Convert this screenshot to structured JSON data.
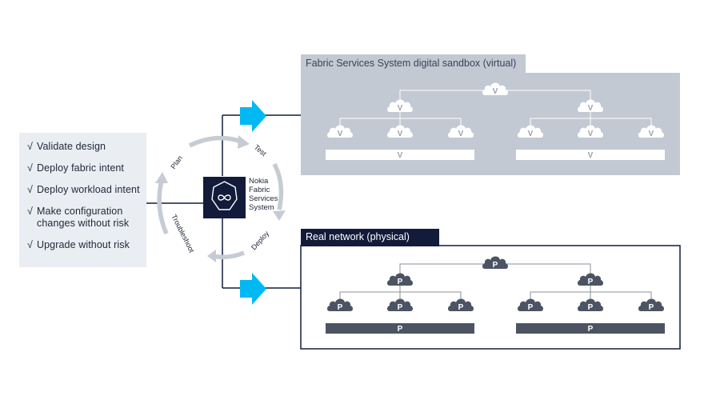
{
  "checklist": {
    "mark": "√",
    "items": [
      "Validate design",
      "Deploy fabric intent",
      "Deploy workload intent",
      "Make configuration\nchanges without risk",
      "Upgrade without risk"
    ]
  },
  "cycle": {
    "plan": "Plan",
    "test": "Test",
    "deploy": "Deploy",
    "troubleshoot": "Troubleshoot"
  },
  "center": {
    "icon": "infinity-loop-icon",
    "lines": [
      "Nokia",
      "Fabric",
      "Services",
      "System"
    ]
  },
  "virtual": {
    "title": "Fabric Services System digital sandbox (virtual)",
    "node_letter": "V",
    "colors": {
      "panel": "#c2c9d3",
      "cloud": "#ffffff",
      "link": "#ffffff",
      "letter": "#9aa3b0"
    }
  },
  "physical": {
    "title": "Real network (physical)",
    "node_letter": "P",
    "colors": {
      "panel": "#ffffff",
      "cloud": "#4c5463",
      "link": "#8a8f98",
      "letter": "#ffffff",
      "border": "#121b3a"
    }
  },
  "colors": {
    "arrow": "#00b9f2",
    "cycle_arrow": "#c6ccd4",
    "connector": "#121b3a"
  }
}
